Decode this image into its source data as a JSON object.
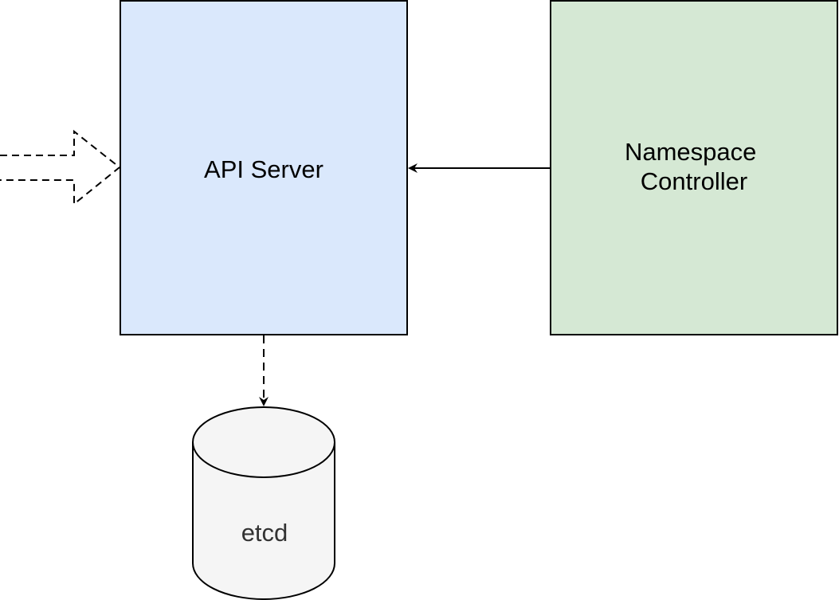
{
  "nodes": {
    "api_server": {
      "label": "API Server",
      "fill": "#dae8fc"
    },
    "namespace_controller": {
      "label_lines": [
        "Namespace",
        "Controller"
      ],
      "fill": "#d5e8d4"
    },
    "etcd": {
      "label": "etcd",
      "fill": "#f5f5f5"
    }
  },
  "edges": [
    {
      "from": "namespace_controller",
      "to": "api_server",
      "style": "solid"
    },
    {
      "from": "api_server",
      "to": "etcd",
      "style": "dashed"
    },
    {
      "from": "external",
      "to": "api_server",
      "style": "dashed-block-arrow"
    }
  ],
  "colors": {
    "stroke": "#000000"
  }
}
